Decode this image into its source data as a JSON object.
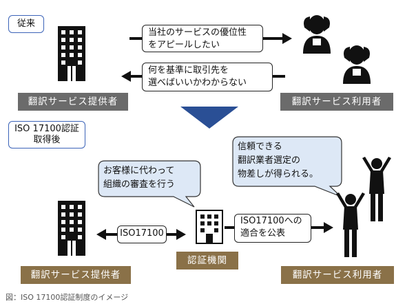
{
  "before": {
    "tag": "従来",
    "top_arrow_text": [
      "当社のサービスの優位性",
      "をアピールしたい"
    ],
    "bottom_arrow_text": [
      "何を基準に取引先を",
      "選べばいいかわからない"
    ],
    "provider_label": "翻訳サービス提供者",
    "user_label": "翻訳サービス利用者"
  },
  "after": {
    "tag": [
      "ISO 17100認証",
      "取得後"
    ],
    "left_bubble": [
      "お客様に代わって",
      "組織の審査を行う"
    ],
    "right_bubble": [
      "信頼できる",
      "翻訳業者選定の",
      "物差しが得られる。"
    ],
    "iso_box": "ISO17100",
    "publish_box": [
      "ISO17100への",
      "適合を公表"
    ],
    "certifier_label": "認証機関",
    "provider_label": "翻訳サービス提供者",
    "user_label": "翻訳サービス利用者"
  },
  "colors": {
    "tag_border": "#3b63b8",
    "arrow_triangle": "#2a4f95",
    "gray_label": "#6b6b6b",
    "gold_label": "#8a7148",
    "bubble_fill": "#dde8f6"
  },
  "caption": "図：ISO 17100認証制度のイメージ"
}
